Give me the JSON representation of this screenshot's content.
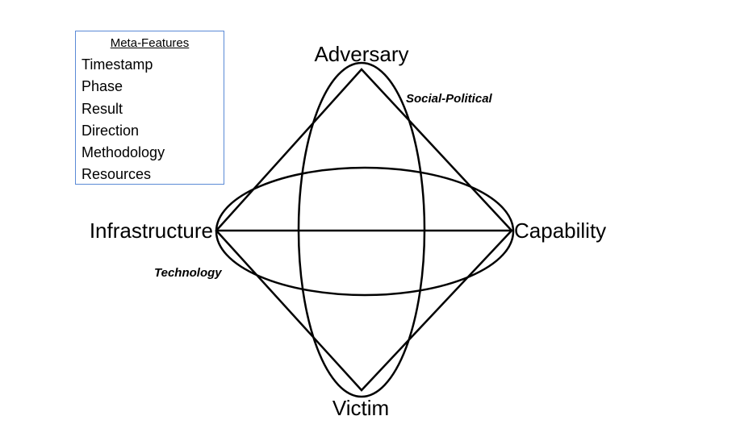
{
  "meta_features": {
    "title": "Meta-Features",
    "items": [
      "Timestamp",
      "Phase",
      "Result",
      "Direction",
      "Methodology",
      "Resources"
    ]
  },
  "vertices": {
    "adversary": "Adversary",
    "capability": "Capability",
    "victim": "Victim",
    "infrastructure": "Infrastructure"
  },
  "meta_axes": {
    "social_political": "Social-Political",
    "technology": "Technology"
  },
  "colors": {
    "meta_box_border": "#5b8ad6",
    "lines": "#000000"
  }
}
